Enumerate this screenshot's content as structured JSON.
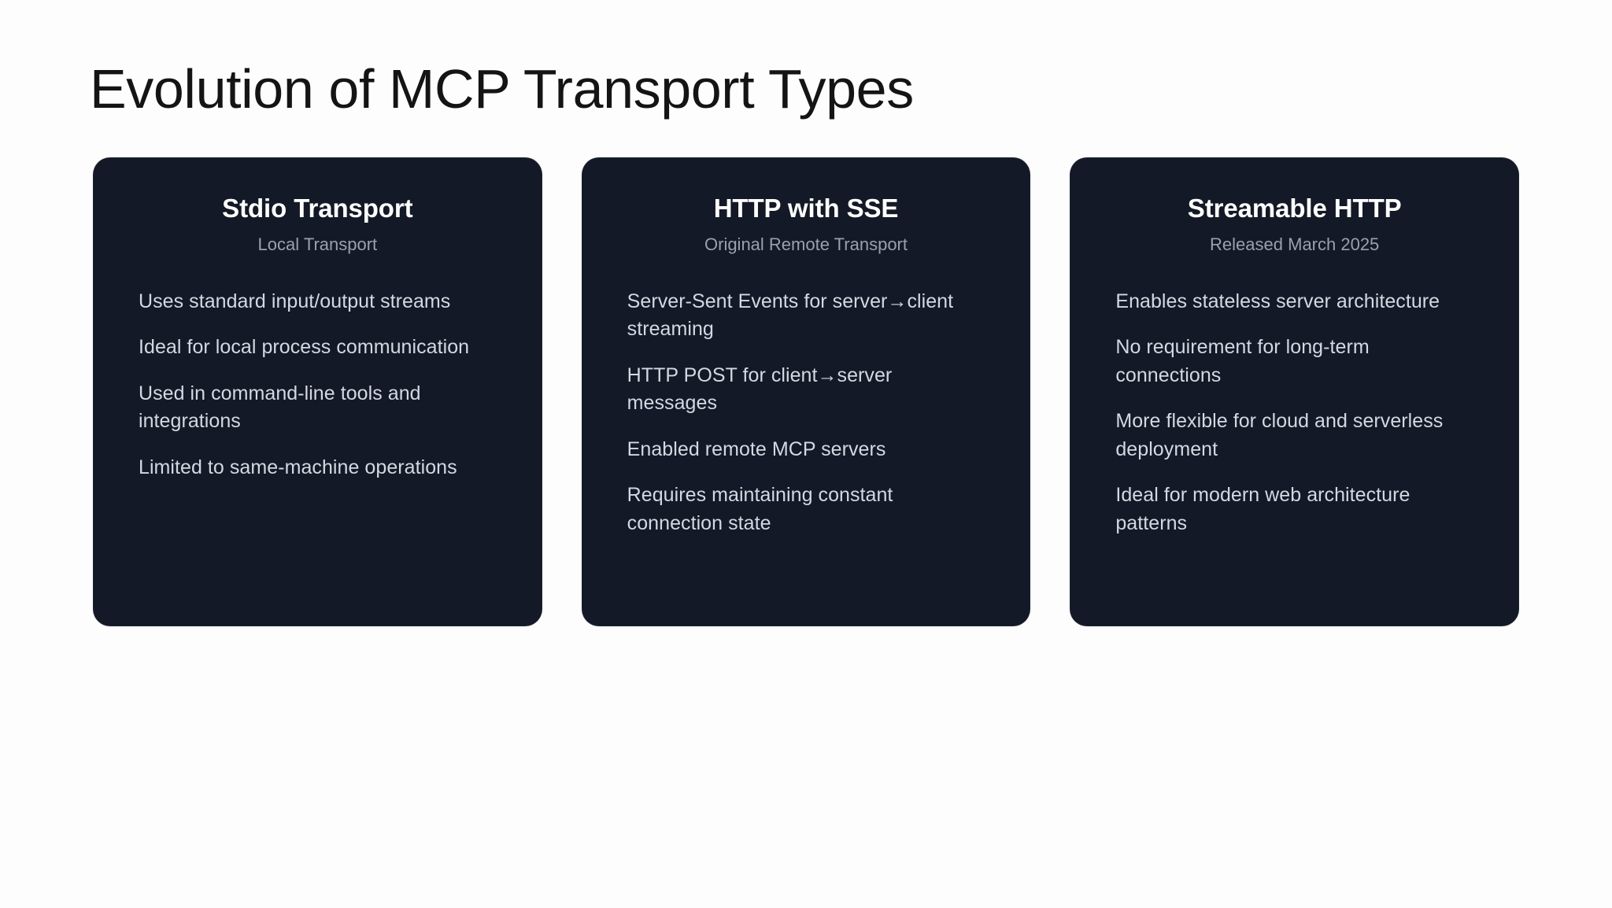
{
  "slide": {
    "title": "Evolution of MCP Transport Types",
    "background_color": "#fdfdfd",
    "title_color": "#141414"
  },
  "cards": [
    {
      "title": "Stdio Transport",
      "subtitle": "Local Transport",
      "glow_color": "#b9d0ff",
      "card_color": "#131926",
      "items": [
        "Uses standard input/output streams",
        "Ideal for local process communication",
        "Used in command-line tools and integrations",
        "Limited to same-machine operations"
      ]
    },
    {
      "title": "HTTP with SSE",
      "subtitle": "Original Remote Transport",
      "glow_color": "#e4c6fa",
      "card_color": "#131926",
      "items": [
        "Server-Sent Events for server→client streaming",
        "HTTP POST for client→server messages",
        "Enabled remote MCP servers",
        "Requires maintaining constant connection state"
      ]
    },
    {
      "title": "Streamable HTTP",
      "subtitle": "Released March 2025",
      "glow_color": "#b5f0cd",
      "card_color": "#131926",
      "items": [
        "Enables stateless server architecture",
        "No requirement for long-term connections",
        "More flexible for cloud and serverless deployment",
        "Ideal for modern web architecture patterns"
      ]
    }
  ]
}
